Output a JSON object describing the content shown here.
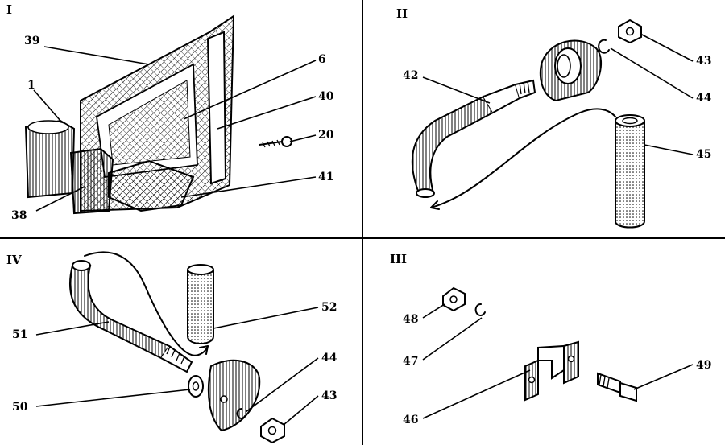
{
  "panels": [
    {
      "numeral": "I",
      "labels": [
        "39",
        "6",
        "1",
        "40",
        "20",
        "38",
        "41"
      ]
    },
    {
      "numeral": "II",
      "labels": [
        "42",
        "43",
        "44",
        "45"
      ]
    },
    {
      "numeral": "IV",
      "labels": [
        "51",
        "52",
        "44",
        "50",
        "43"
      ]
    },
    {
      "numeral": "III",
      "labels": [
        "48",
        "47",
        "49",
        "46"
      ]
    }
  ]
}
